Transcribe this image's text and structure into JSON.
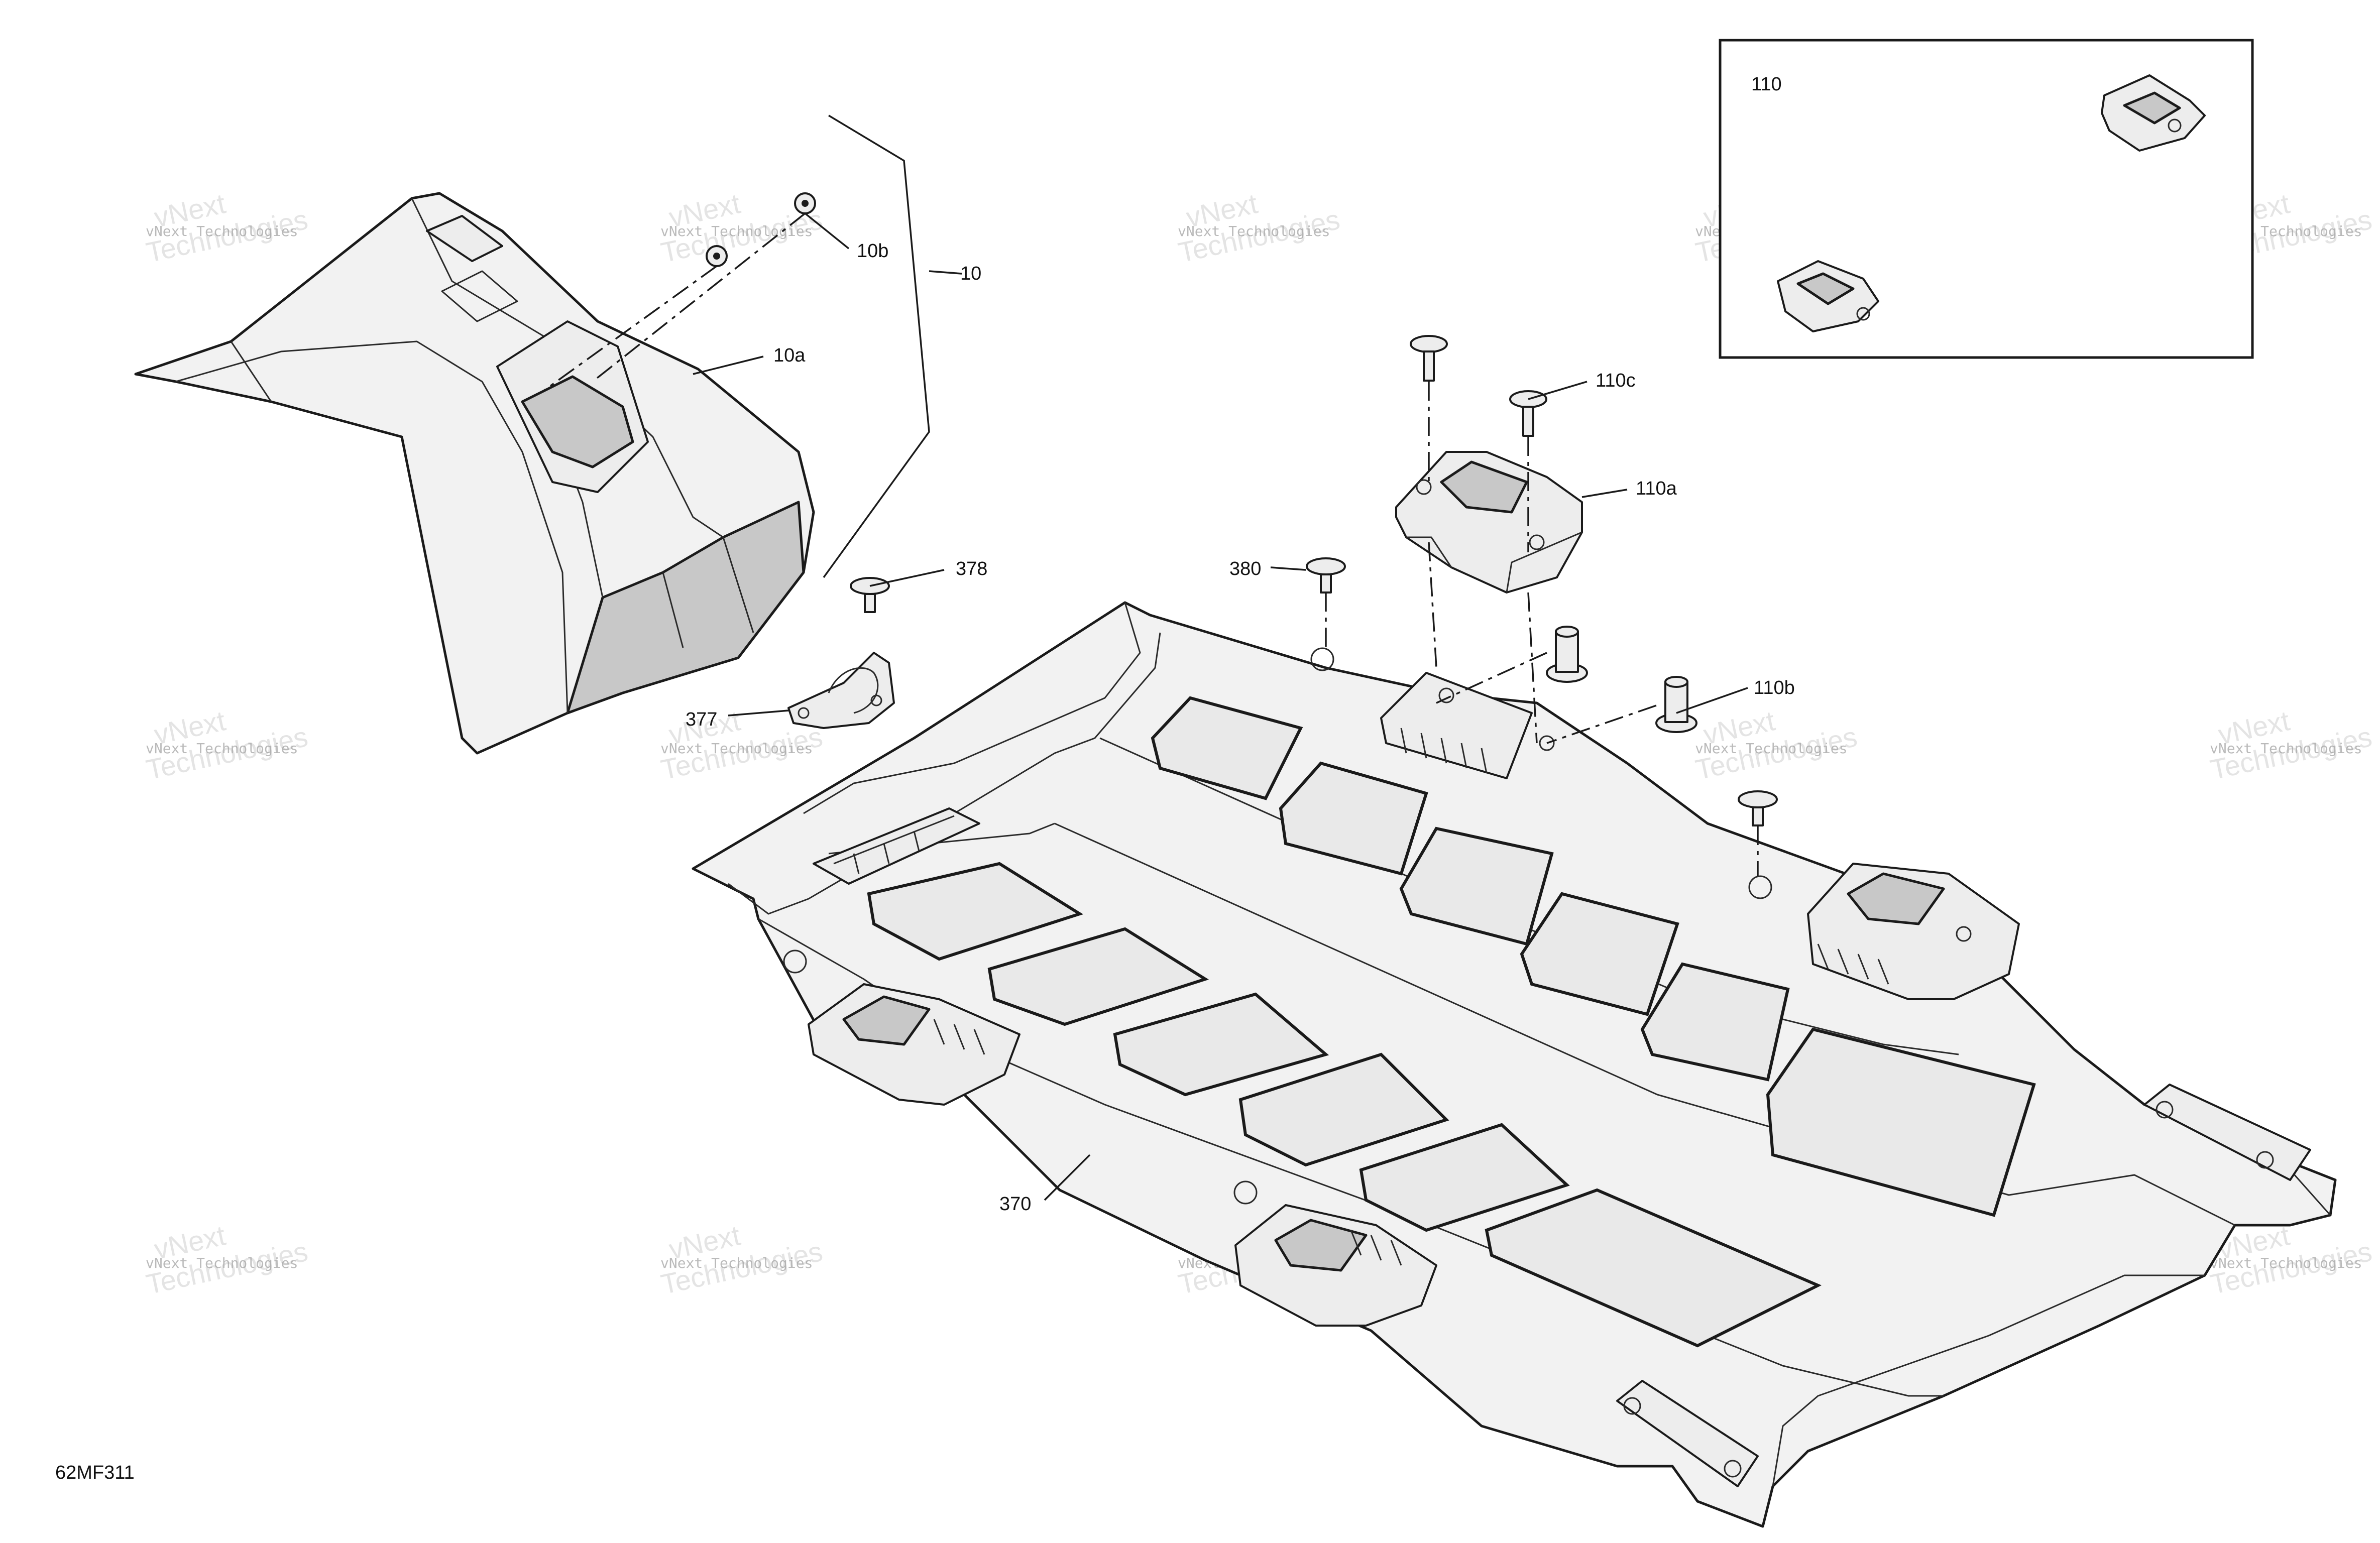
{
  "diagram": {
    "code": "62MF311",
    "inset_label": "110",
    "callouts": [
      {
        "id": "10",
        "text": "10"
      },
      {
        "id": "10a",
        "text": "10a"
      },
      {
        "id": "10b",
        "text": "10b"
      },
      {
        "id": "110a",
        "text": "110a"
      },
      {
        "id": "110b",
        "text": "110b"
      },
      {
        "id": "110c",
        "text": "110c"
      },
      {
        "id": "370",
        "text": "370"
      },
      {
        "id": "377",
        "text": "377"
      },
      {
        "id": "378",
        "text": "378"
      },
      {
        "id": "380",
        "text": "380"
      }
    ],
    "watermark": {
      "line1": "vNext",
      "line2": "Technologies",
      "small": "vNext Technologies"
    }
  }
}
